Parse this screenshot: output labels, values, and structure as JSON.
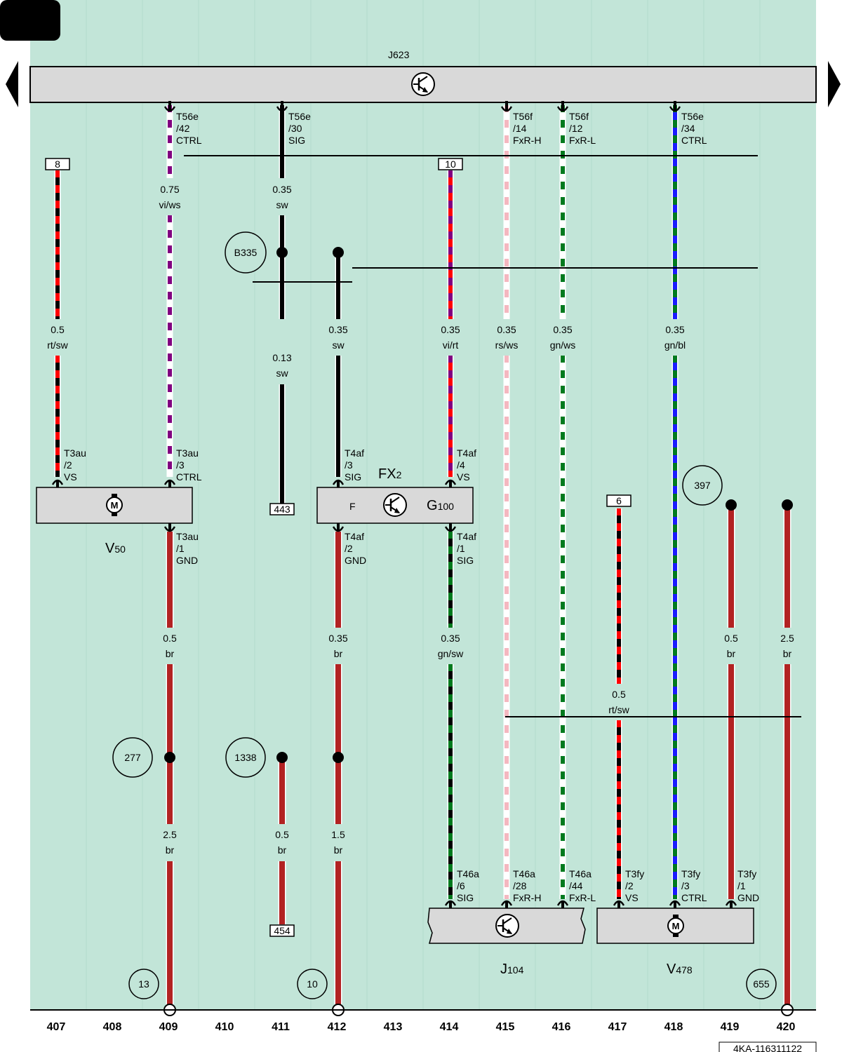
{
  "colors": {
    "background": "#c2e5d8",
    "component_fill": "#d9d9d9",
    "sw": "#000000",
    "rt": "#ff0000",
    "vi": "#800080",
    "ws": "#ffffff",
    "rs": "#f4b8c0",
    "gn": "#007a1e",
    "bl": "#1a1aff",
    "br": "#b22222"
  },
  "control_unit": {
    "name": "J",
    "index": "623",
    "icon": "transistor-icon"
  },
  "nav": {
    "prev": "prev-page-arrow",
    "next": "next-page-arrow"
  },
  "columns": [
    "407",
    "408",
    "409",
    "410",
    "411",
    "412",
    "413",
    "414",
    "415",
    "416",
    "417",
    "418",
    "419",
    "420"
  ],
  "pins": [
    {
      "lines": [
        "T56e",
        "/42",
        "CTRL"
      ]
    },
    {
      "lines": [
        "T56e",
        "/30",
        "SIG"
      ]
    },
    {
      "lines": [
        "T56f",
        "/14",
        "FxR-H"
      ]
    },
    {
      "lines": [
        "T56f",
        "/12",
        "FxR-L"
      ]
    },
    {
      "lines": [
        "T56e",
        "/34",
        "CTRL"
      ]
    },
    {
      "lines": [
        "T3au",
        "/2",
        "VS"
      ]
    },
    {
      "lines": [
        "T3au",
        "/3",
        "CTRL"
      ]
    },
    {
      "lines": [
        "T4af",
        "/3",
        "SIG"
      ]
    },
    {
      "lines": [
        "T4af",
        "/4",
        "VS"
      ]
    },
    {
      "lines": [
        "T3au",
        "/1",
        "GND"
      ]
    },
    {
      "lines": [
        "T4af",
        "/2",
        "GND"
      ]
    },
    {
      "lines": [
        "T4af",
        "/1",
        "SIG"
      ]
    },
    {
      "lines": [
        "T46a",
        "/6",
        "SIG"
      ]
    },
    {
      "lines": [
        "T46a",
        "/28",
        "FxR-H"
      ]
    },
    {
      "lines": [
        "T46a",
        "/44",
        "FxR-L"
      ]
    },
    {
      "lines": [
        "T3fy",
        "/2",
        "VS"
      ]
    },
    {
      "lines": [
        "T3fy",
        "/3",
        "CTRL"
      ]
    },
    {
      "lines": [
        "T3fy",
        "/1",
        "GND"
      ]
    }
  ],
  "wire_labels": [
    {
      "size": "0.75",
      "color": "vi/ws"
    },
    {
      "size": "0.35",
      "color": "sw"
    },
    {
      "size": "0.5",
      "color": "rt/sw"
    },
    {
      "size": "0.35",
      "color": "sw"
    },
    {
      "size": "0.13",
      "color": "sw"
    },
    {
      "size": "0.35",
      "color": "vi/rt"
    },
    {
      "size": "0.35",
      "color": "rs/ws"
    },
    {
      "size": "0.35",
      "color": "gn/ws"
    },
    {
      "size": "0.35",
      "color": "gn/bl"
    },
    {
      "size": "0.5",
      "color": "br"
    },
    {
      "size": "0.35",
      "color": "br"
    },
    {
      "size": "0.35",
      "color": "gn/sw"
    },
    {
      "size": "0.5",
      "color": "rt/sw"
    },
    {
      "size": "0.5",
      "color": "br"
    },
    {
      "size": "2.5",
      "color": "br"
    },
    {
      "size": "2.5",
      "color": "br"
    },
    {
      "size": "0.5",
      "color": "br"
    },
    {
      "size": "1.5",
      "color": "br"
    }
  ],
  "refs_box": [
    "8",
    "10",
    "443",
    "6",
    "454"
  ],
  "refs_circle": [
    "B335",
    "397",
    "277",
    "1338",
    "13",
    "10",
    "655"
  ],
  "components": {
    "v50": {
      "name": "V",
      "index": "50",
      "icon": "motor-icon"
    },
    "fx2": {
      "name": "FX",
      "index": "2",
      "left": "F",
      "g_name": "G",
      "g_index": "100",
      "icon": "transistor-icon"
    },
    "j104": {
      "name": "J",
      "index": "104",
      "icon": "transistor-icon"
    },
    "v478": {
      "name": "V",
      "index": "478",
      "icon": "motor-icon"
    }
  },
  "doc_id": "4KA-116311122"
}
